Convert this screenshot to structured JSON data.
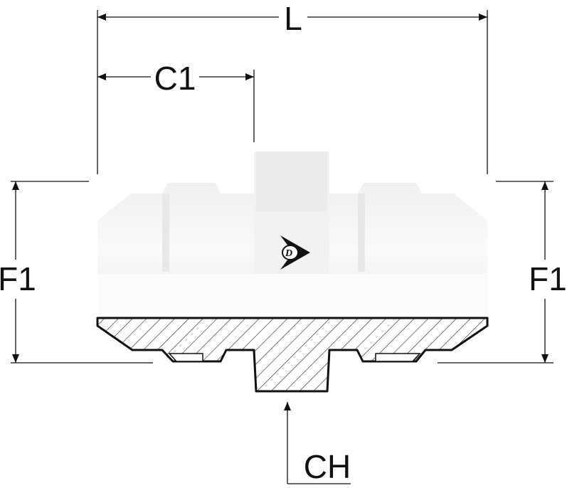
{
  "dimensions": {
    "overall_length": "L",
    "c1": "C1",
    "f1_left": "F1",
    "f1_right": "F1",
    "hex": "CH"
  },
  "logo": {
    "text": "D"
  },
  "colors": {
    "line": "#111111",
    "body": "#f4f4f4"
  }
}
